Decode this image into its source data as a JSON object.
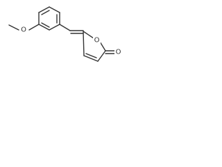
{
  "molecule": {
    "atoms": {
      "methoxy_oxygen": "O",
      "ring_oxygen": "O",
      "carbonyl_oxygen": "O"
    },
    "colors": {
      "bond": "#333333",
      "label": "#333333",
      "background": "#ffffff"
    }
  }
}
